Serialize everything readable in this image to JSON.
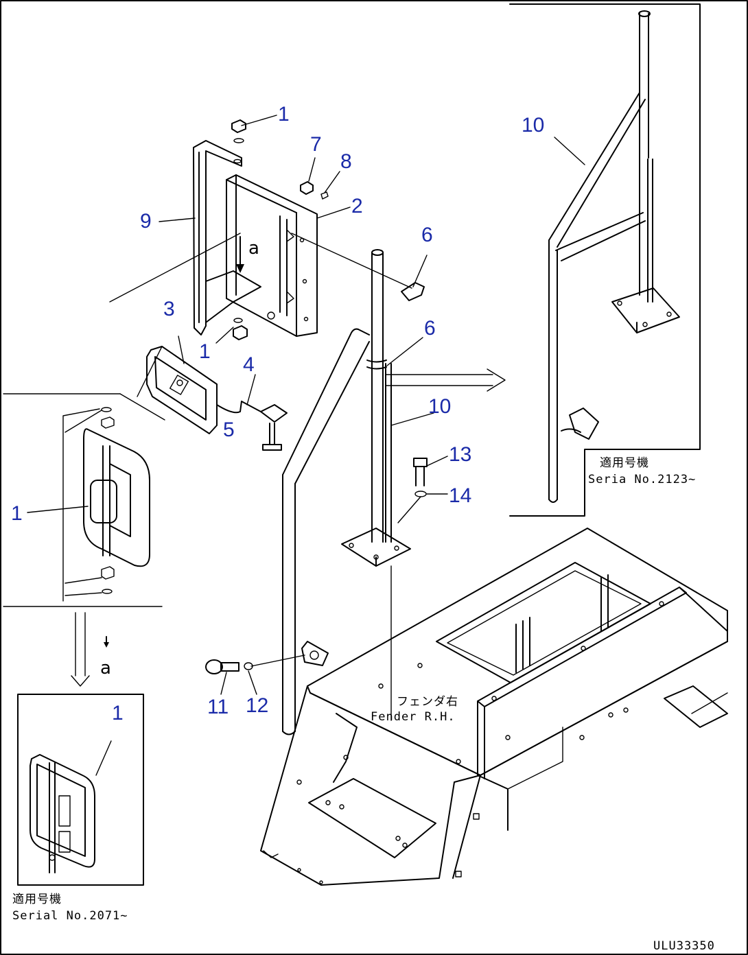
{
  "part_numbers": {
    "n1a": "1",
    "n1b": "1",
    "n1c": "1",
    "n1d": "1",
    "n2": "2",
    "n3": "3",
    "n4": "4",
    "n5": "5",
    "n6a": "6",
    "n6b": "6",
    "n7": "7",
    "n8": "8",
    "n9": "9",
    "n10a": "10",
    "n10b": "10",
    "n11": "11",
    "n12": "12",
    "n13": "13",
    "n14": "14"
  },
  "view_marker": "a",
  "notes": {
    "serial_top_jp": "適用号機",
    "serial_top": "Seria  No.2123~",
    "serial_bottom_jp": "適用号機",
    "serial_bottom": "Serial No.2071~",
    "fender_jp": "フェンダ右",
    "fender": "Fender R.H.",
    "drawing_code": "ULU33350"
  },
  "colors": {
    "callout": "#1a2aa8",
    "line": "#000000"
  }
}
